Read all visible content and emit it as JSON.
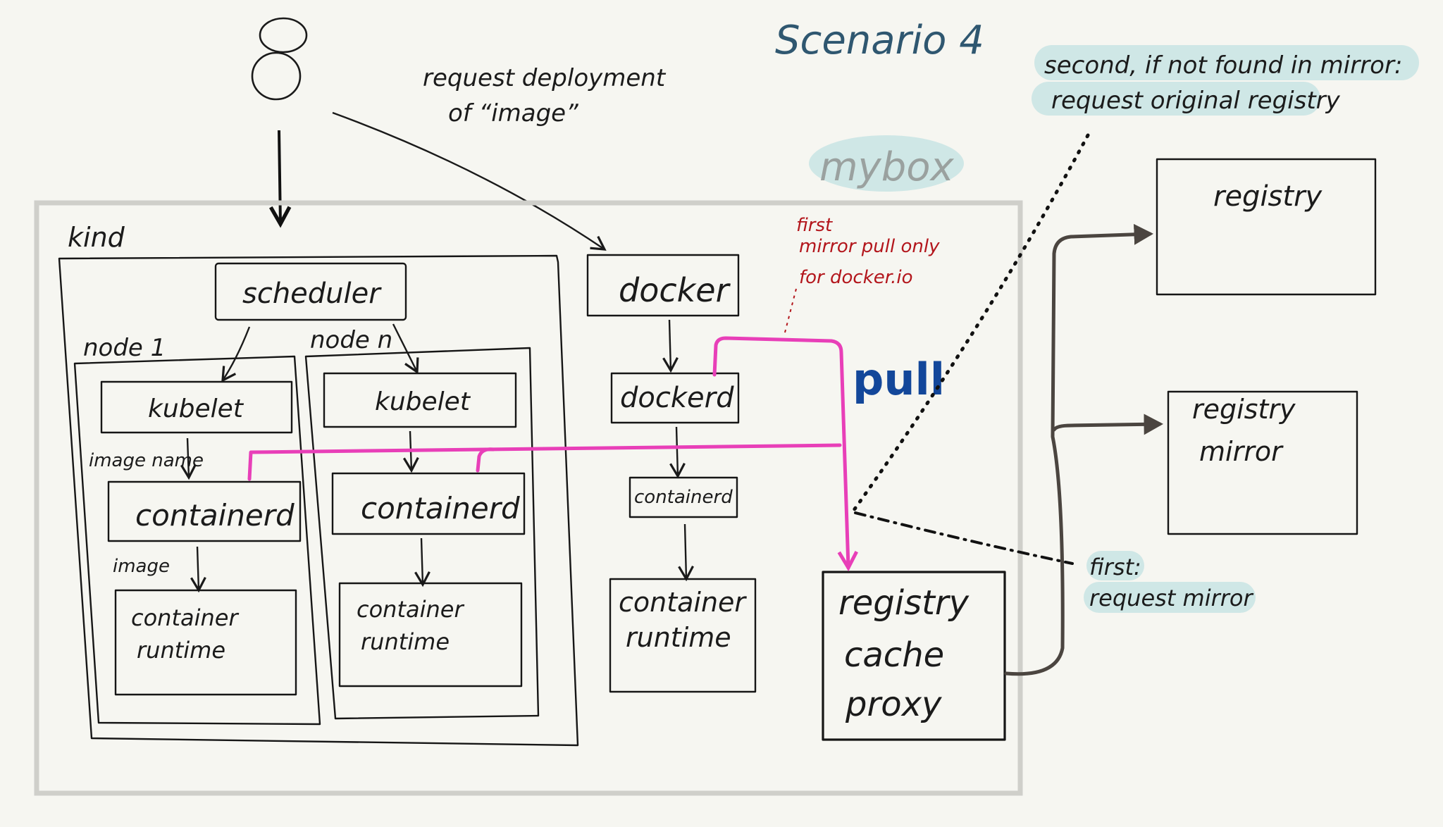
{
  "title": "Scenario 4",
  "colors": {
    "background": "#f6f6f1",
    "ink": "#161616",
    "pull_path": "#e83fb8",
    "pull_label": "#13479a",
    "title": "#2f5770",
    "note_red": "#b3161c",
    "highlight": "#cfe7e6",
    "upstream_line": "#4b4540",
    "mybox_frame": "#cfcfca"
  },
  "labels": {
    "request": [
      "request deployment",
      "of “image”"
    ],
    "mybox": "mybox",
    "kind": "kind",
    "node1": "node 1",
    "noden": "node n",
    "image_name": "image name",
    "image": "image",
    "first_note": [
      "first",
      "mirror pull only",
      "for docker.io"
    ],
    "pull": "pull",
    "second_note": [
      "second, if not found in mirror:",
      "request original registry"
    ],
    "first_request": [
      "first:",
      "request mirror"
    ]
  },
  "boxes": {
    "scheduler": "scheduler",
    "kubelet": "kubelet",
    "containerd": "containerd",
    "container_runtime": [
      "container",
      "runtime"
    ],
    "docker": "docker",
    "dockerd": "dockerd",
    "registry_cache_proxy": [
      "registry",
      "cache",
      "proxy"
    ],
    "registry": "registry",
    "registry_mirror": [
      "registry",
      "mirror"
    ]
  },
  "icons": {
    "user": "person-icon"
  }
}
